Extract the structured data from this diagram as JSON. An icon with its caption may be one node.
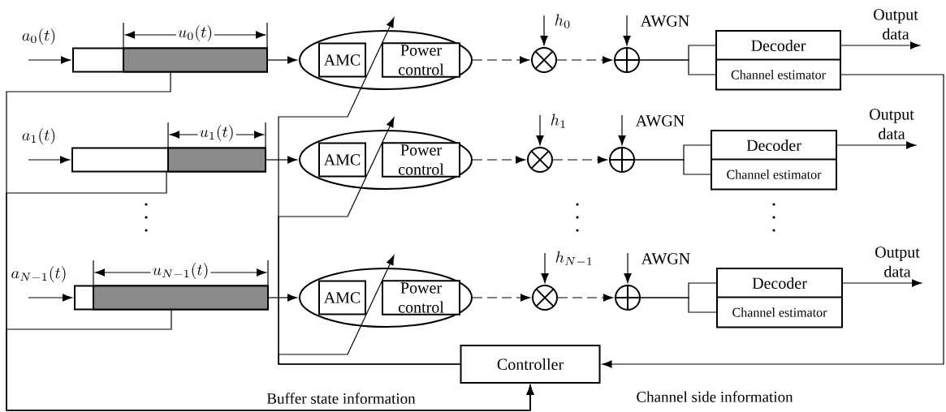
{
  "diagram": {
    "nodes": [
      {
        "text": [],
        "shape": "bar"
      },
      {
        "text": [],
        "shape": "ellipse"
      },
      {
        "text": [
          "AMC"
        ],
        "in": 1
      },
      {
        "text": [
          "Power control"
        ],
        "in": 1
      },
      {
        "text": [],
        "shape": "circle"
      },
      {
        "text": [],
        "shape": "circle"
      },
      {
        "text": [
          "Decoder"
        ]
      },
      {
        "text": [
          "Channel estimator"
        ]
      },
      {
        "text": [],
        "shape": "bar"
      },
      {
        "text": [],
        "shape": "ellipse"
      },
      {
        "text": [
          "AMC"
        ],
        "in": 9
      },
      {
        "text": [
          "Power control"
        ],
        "in": 9
      },
      {
        "text": [],
        "shape": "circle"
      },
      {
        "text": [],
        "shape": "circle"
      },
      {
        "text": [
          "Decoder"
        ]
      },
      {
        "text": [
          "Channel estimator"
        ]
      },
      {
        "text": [],
        "shape": "bar"
      },
      {
        "text": [],
        "shape": "ellipse"
      },
      {
        "text": [
          "AMC"
        ],
        "in": 17
      },
      {
        "text": [
          "Power control"
        ],
        "in": 17
      },
      {
        "text": [],
        "shape": "circle"
      },
      {
        "text": [],
        "shape": "circle"
      },
      {
        "text": [
          "Decoder"
        ]
      },
      {
        "text": [
          "Channel estimator"
        ]
      },
      {
        "text": [
          "Controller"
        ]
      }
    ],
    "edges": [
      {
        "from": null,
        "to": 0,
        "arrow": "to",
        "label": "a_{0}(t)"
      },
      {
        "from": 0,
        "to": 1,
        "arrow": "to"
      },
      {
        "from": 1,
        "to": 4,
        "arrow": "to",
        "style": "dashed"
      },
      {
        "from": null,
        "to": 4,
        "arrow": "to",
        "label": "h_{0}"
      },
      {
        "from": 4,
        "to": 5,
        "arrow": "to",
        "style": "dashed"
      },
      {
        "from": null,
        "to": 5,
        "arrow": "to",
        "label": "AWGN"
      },
      {
        "from": 5,
        "to": 6,
        "arrow": "none"
      },
      {
        "from": 5,
        "to": 7,
        "arrow": "none"
      },
      {
        "from": 6,
        "to": null,
        "arrow": "to",
        "label": "Output data"
      },
      {
        "from": 24,
        "to": 1,
        "arrow": "to"
      },
      {
        "from": 0,
        "to": 24,
        "arrow": "to"
      },
      {
        "from": null,
        "to": 8,
        "arrow": "to",
        "label": "a_{1}(t)"
      },
      {
        "from": 8,
        "to": 9,
        "arrow": "to"
      },
      {
        "from": 9,
        "to": 12,
        "arrow": "to",
        "style": "dashed"
      },
      {
        "from": null,
        "to": 12,
        "arrow": "to",
        "label": "h_{1}"
      },
      {
        "from": 12,
        "to": 13,
        "arrow": "to",
        "style": "dashed"
      },
      {
        "from": null,
        "to": 13,
        "arrow": "to",
        "label": "AWGN"
      },
      {
        "from": 13,
        "to": 14,
        "arrow": "none"
      },
      {
        "from": 13,
        "to": 15,
        "arrow": "none"
      },
      {
        "from": 14,
        "to": null,
        "arrow": "to",
        "label": "Output data"
      },
      {
        "from": 24,
        "to": 9,
        "arrow": "to"
      },
      {
        "from": 8,
        "to": 24,
        "arrow": "to"
      },
      {
        "from": null,
        "to": 16,
        "arrow": "to",
        "label": "a_{N-1}(t)"
      },
      {
        "from": 16,
        "to": 17,
        "arrow": "to"
      },
      {
        "from": 17,
        "to": 20,
        "arrow": "to",
        "style": "dashed"
      },
      {
        "from": null,
        "to": 20,
        "arrow": "to",
        "label": "h_{N-1}"
      },
      {
        "from": 20,
        "to": 21,
        "arrow": "to",
        "style": "dashed"
      },
      {
        "from": null,
        "to": 21,
        "arrow": "to",
        "label": "AWGN"
      },
      {
        "from": 21,
        "to": 22,
        "arrow": "none"
      },
      {
        "from": 21,
        "to": 23,
        "arrow": "none"
      },
      {
        "from": 22,
        "to": null,
        "arrow": "to",
        "label": "Output data"
      },
      {
        "from": 24,
        "to": 17,
        "arrow": "to"
      },
      {
        "from": 16,
        "to": 24,
        "arrow": "to"
      },
      {
        "from": 7,
        "to": 24,
        "arrow": "to"
      }
    ],
    "labels": [
      "u_{0}(t)",
      "u_{1}(t)",
      "u_{N-1}(t)",
      "Buffer state information",
      "Channel side information"
    ]
  }
}
